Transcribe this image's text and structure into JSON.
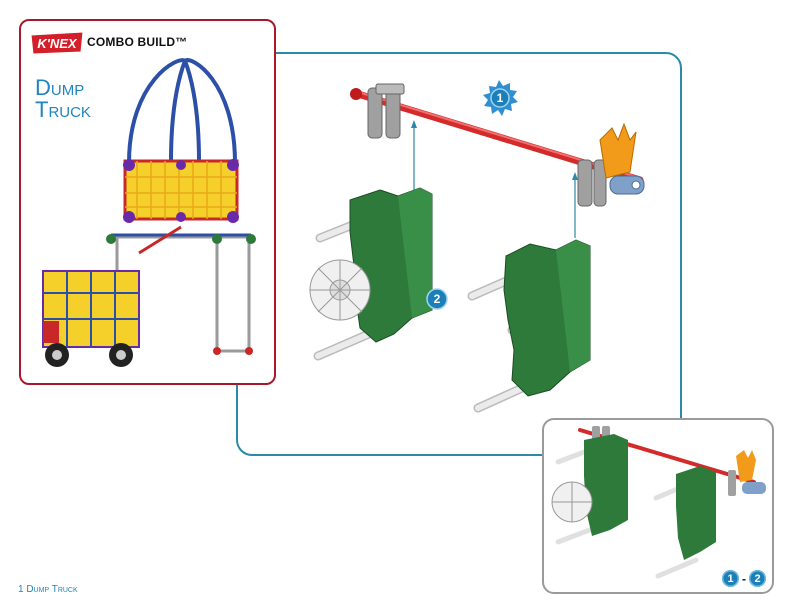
{
  "brand": {
    "logo_text": "K'NEX",
    "combo_label": "COMBO BUILD™"
  },
  "model": {
    "title_line1": "Dump",
    "title_line2": "Truck"
  },
  "steps": {
    "step_one": "1",
    "step_two": "2",
    "range_start": "1",
    "range_sep": "-",
    "range_end": "2"
  },
  "footer": {
    "label": "1 Dump Truck"
  },
  "colors": {
    "frame_teal": "#2a8aa8",
    "card_red": "#a8182a",
    "title_blue": "#1f86c0",
    "rod_red": "#d42a2a",
    "connector_green": "#2d7a3a",
    "connector_grey": "#9a9a9a",
    "connector_orange": "#f29a1a"
  }
}
